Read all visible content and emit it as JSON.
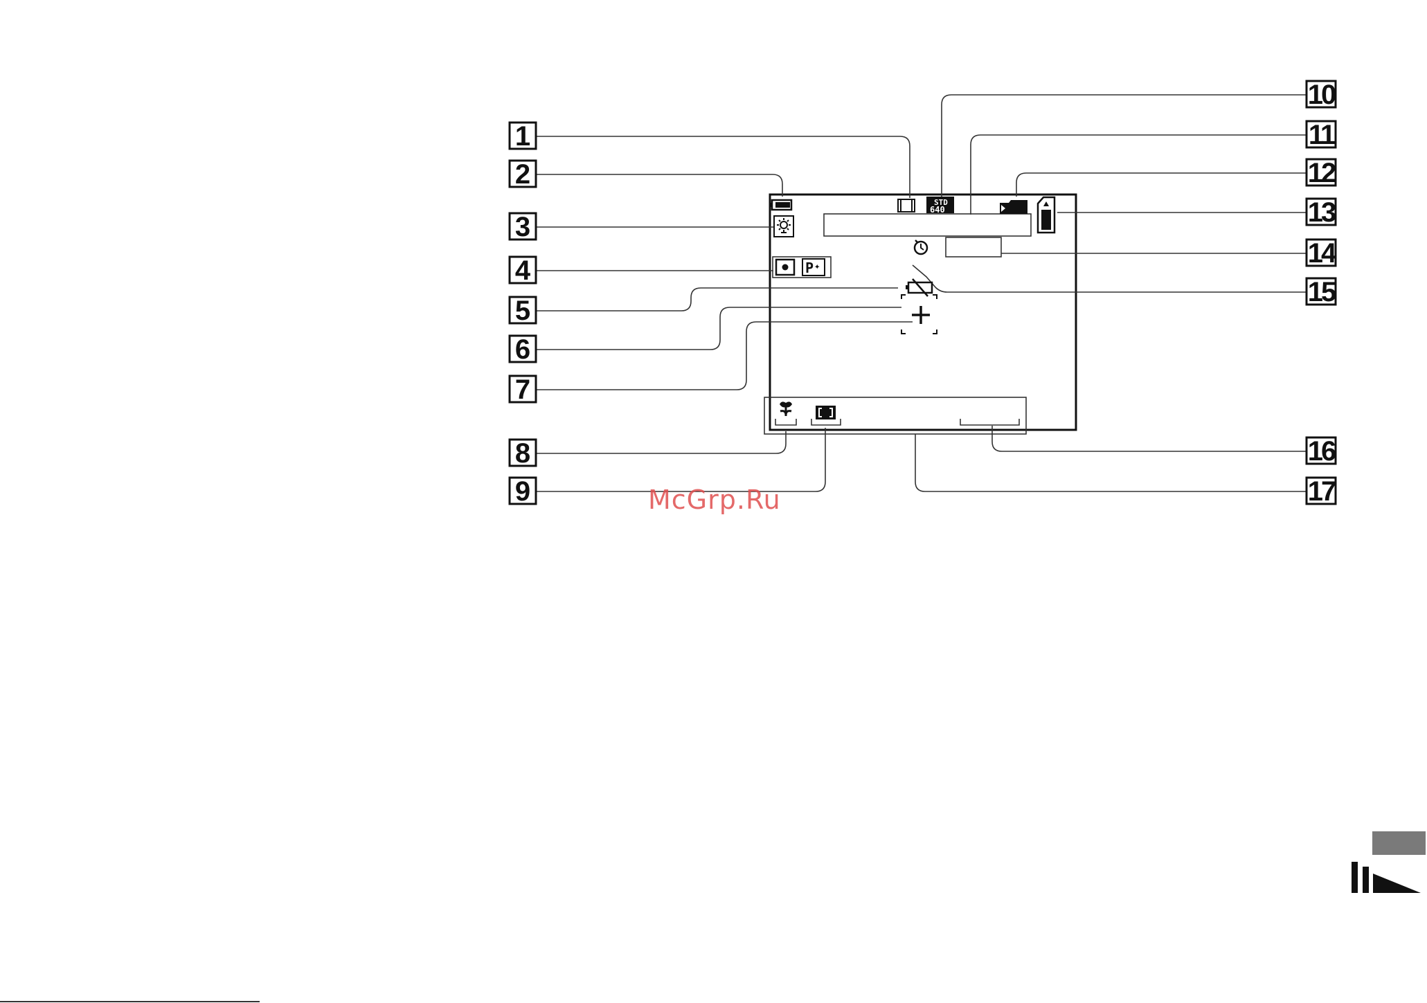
{
  "callouts": [
    {
      "label": "1"
    },
    {
      "label": "2"
    },
    {
      "label": "3"
    },
    {
      "label": "4"
    },
    {
      "label": "5"
    },
    {
      "label": "6"
    },
    {
      "label": "7"
    },
    {
      "label": "8"
    },
    {
      "label": "9"
    },
    {
      "label": "10"
    },
    {
      "label": "11"
    },
    {
      "label": "12"
    },
    {
      "label": "13"
    },
    {
      "label": "14"
    },
    {
      "label": "15"
    },
    {
      "label": "16"
    },
    {
      "label": "17"
    }
  ],
  "screen_icons": {
    "battery": "battery-icon",
    "white_balance": "white-balance-icon",
    "spot_meter": "spot-metering-icon",
    "picture_effect": "picture-effect-icon",
    "camera_shake": "camera-shake-warning-icon",
    "af_frame": "af-range-finder-icon",
    "crosshair": "spot-metering-crosshair-icon",
    "macro": "macro-icon",
    "focus_frame": "af-frame-icon",
    "movie": "movie-mode-icon",
    "image_size": "image-size-icon",
    "folder": "folder-icon",
    "memory": "memory-remaining-icon",
    "self_timer": "self-timer-icon"
  },
  "image_size": {
    "top": "STD",
    "bottom": "640"
  },
  "watermark": "McGrp.Ru",
  "colors": {
    "line": "#111111",
    "leader": "#333333",
    "watermark": "#e05050",
    "footer": "#7a7a7a"
  }
}
